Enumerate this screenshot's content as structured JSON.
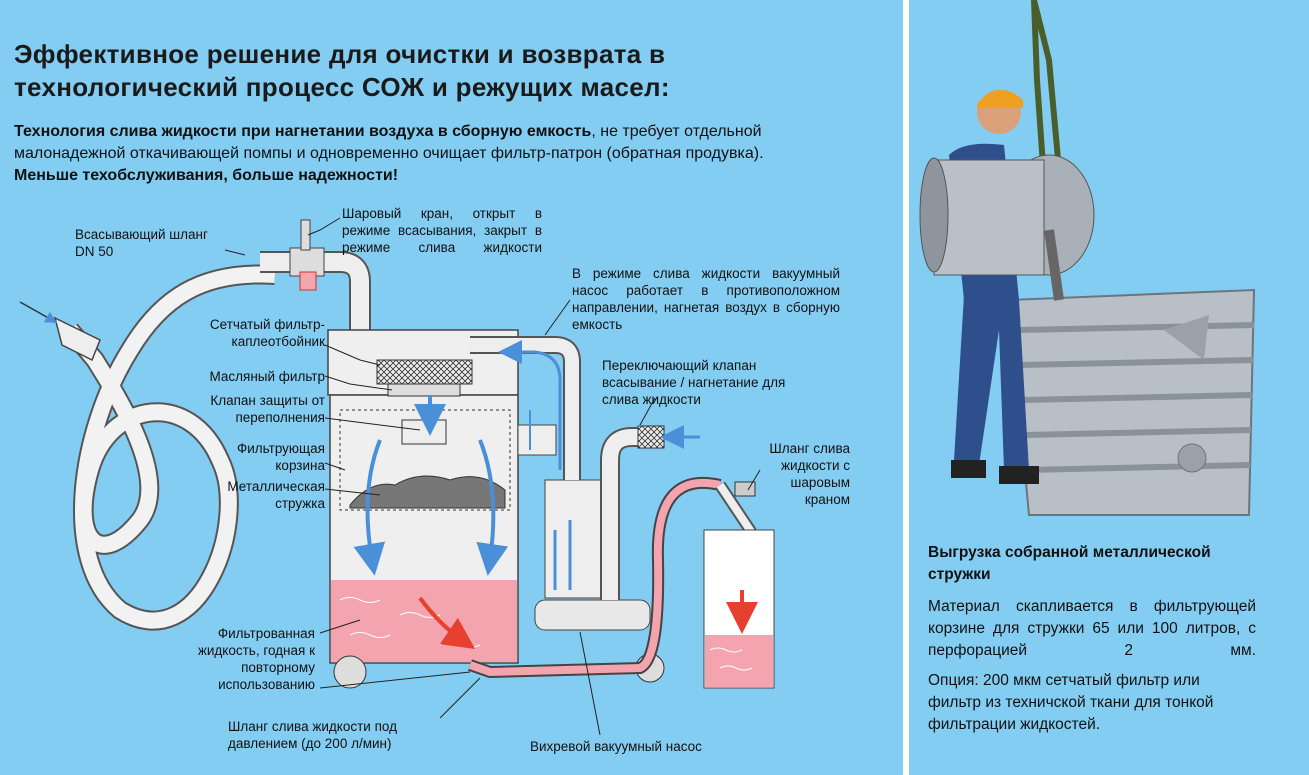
{
  "title": "Эффективное решение для очистки и возврата в технологический процесс СОЖ и режущих масел:",
  "intro": {
    "bold_lead": "Технология слива жидкости при нагнетании воздуха в сборную емкость",
    "rest": ", не требует отдельной малонадежной откачивающей помпы и одновременно очищает фильтр-патрон (обратная продувка).",
    "bold_tail": "Меньше техобслуживания, больше надежности!"
  },
  "labels": {
    "suction_hose": "Всасывающий шланг DN 50",
    "ball_valve": "Шаровый кран, открыт в режиме всасывания, закрыт в режиме слива жидкости",
    "drain_mode": "В режиме слива жидкости вакуумный насос работает в противоположном направлении, нагнетая воздух в сборную емкость",
    "mesh_filter": "Сетчатый фильтр-каплеотбойник",
    "oil_filter": "Масляный фильтр",
    "overflow_valve": "Клапан защиты от переполнения",
    "filter_basket": "Фильтрующая корзина",
    "metal_chips": "Металлическая стружка",
    "switch_valve": "Переключающий клапан всасывание / нагнетание для слива жидкости",
    "drain_hose_valve": "Шланг слива жидкости с шаровым краном",
    "filtered_liquid": "Фильтрованная жидкость, годная к повторному использованию",
    "pressure_hose": "Шланг слива жидкости под давлением (до 200 л/мин)",
    "vortex_pump": "Вихревой вакуумный насос"
  },
  "side": {
    "title": "Выгрузка собранной металлической стружки",
    "p1": "Материал скапливается в фильтрующей корзине для стружки 65 или 100 литров, с перфорацией 2 мм.",
    "p2": "Опция: 200 мкм сетчатый фильтр или фильтр из техничской ткани для тонкой фильтрации жидкостей."
  },
  "colors": {
    "background": "#84cdf2",
    "liquid": "#f3a4ae",
    "flow_arrow": "#4a90d9",
    "drain_arrow": "#e8402f",
    "divider": "#ffffff"
  }
}
